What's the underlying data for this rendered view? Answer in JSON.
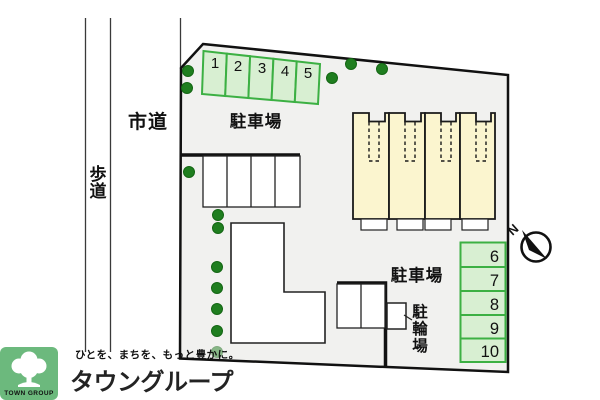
{
  "site_plan": {
    "roads": {
      "city_road_label": "市道",
      "sidewalk_chars": [
        "歩",
        "道"
      ]
    },
    "areas": {
      "parking_upper_label": "駐車場",
      "parking_lower_label": "駐車場",
      "bicycle_chars": [
        "駐",
        "輪",
        "場"
      ]
    },
    "spaces_top": [
      "1",
      "2",
      "3",
      "4",
      "5"
    ],
    "spaces_right": [
      "6",
      "7",
      "8",
      "9",
      "10"
    ],
    "compass": {
      "north_label": "N"
    },
    "branding": {
      "logo_text": "TOWN GROUP",
      "tagline": "ひとを、まちを、もっと豊かに。",
      "brand_name": "タウングループ"
    },
    "colors": {
      "space_fill": "#d8efd2",
      "space_border": "#3cb043",
      "tree_green": "#1f7e1f",
      "building_fill": "#fbf5cf",
      "site_fill": "#f1f1ef",
      "logo_green": "#6cb97d",
      "brand_green": "#8ccaa2",
      "tagline_green": "#a6d6b3"
    }
  }
}
